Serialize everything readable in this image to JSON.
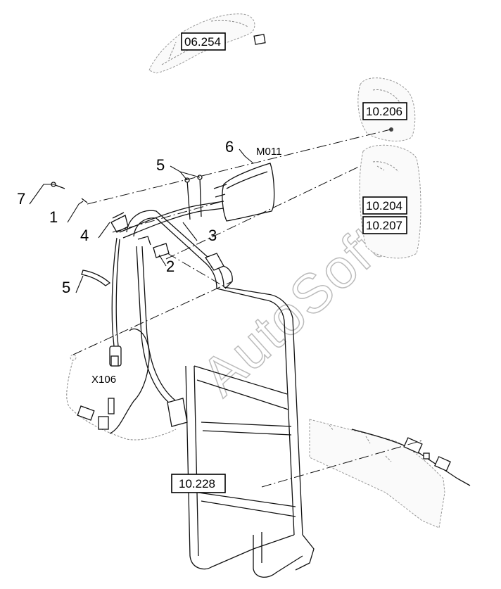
{
  "references": {
    "ref_06_254": "06.254",
    "ref_10_206": "10.206",
    "ref_10_204": "10.204",
    "ref_10_207": "10.207",
    "ref_10_228": "10.228"
  },
  "callouts": {
    "c7": "7",
    "c1": "1",
    "c4": "4",
    "c5_top": "5",
    "c5_left": "5",
    "c6": "6",
    "c3": "3",
    "c2": "2"
  },
  "connectors": {
    "m011": "M011",
    "x106": "X106"
  },
  "watermark": "AutoSoft"
}
